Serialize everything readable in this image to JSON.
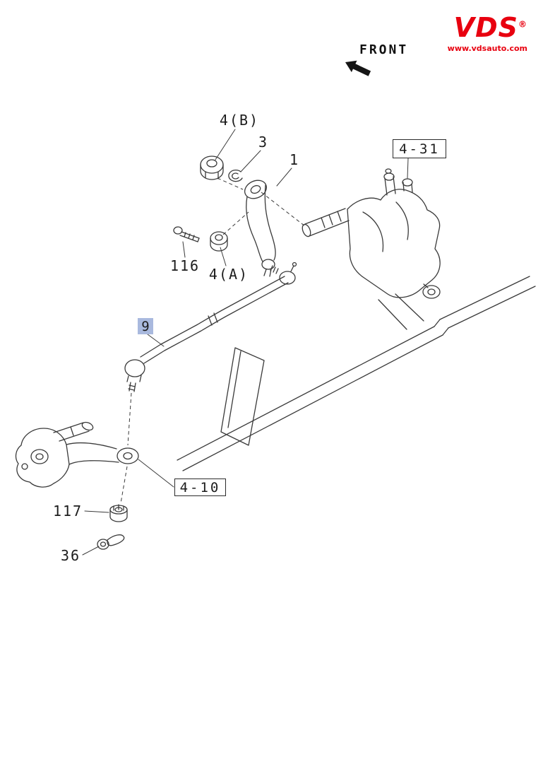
{
  "branding": {
    "logo_text": "VDS",
    "registered_mark": "®",
    "website": "www.vdsauto.com",
    "brand_color": "#e8000f"
  },
  "orientation": {
    "front_label": "FRONT"
  },
  "diagram": {
    "line_color": "#3a3a3a",
    "highlight_color": "#a9b9de",
    "callouts": [
      {
        "text": "4(B)",
        "style": "plain"
      },
      {
        "text": "3",
        "style": "plain"
      },
      {
        "text": "1",
        "style": "plain"
      },
      {
        "text": "4-31",
        "style": "boxed"
      },
      {
        "text": "116",
        "style": "plain"
      },
      {
        "text": "4(A)",
        "style": "plain"
      },
      {
        "text": "9",
        "style": "highlighted"
      },
      {
        "text": "4-10",
        "style": "boxed"
      },
      {
        "text": "117",
        "style": "plain"
      },
      {
        "text": "36",
        "style": "plain"
      }
    ]
  }
}
